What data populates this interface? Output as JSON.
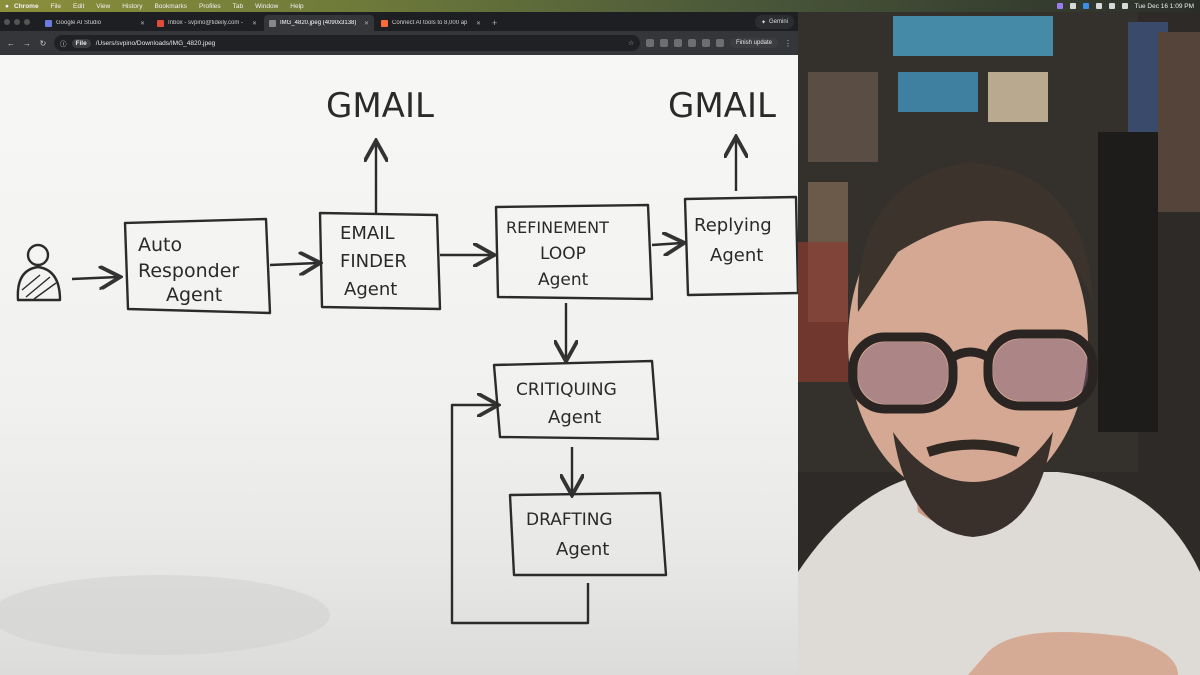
{
  "menubar": {
    "items": [
      "Chrome",
      "File",
      "Edit",
      "View",
      "History",
      "Bookmarks",
      "Profiles",
      "Tab",
      "Window",
      "Help"
    ],
    "clock": "Tue Dec 16  1:09 PM"
  },
  "tabs": [
    {
      "title": "Google AI Studio",
      "active": false
    },
    {
      "title": "Inbox - svpino@tideily.com -",
      "active": false
    },
    {
      "title": "IMG_4820.jpeg (4090x3138)",
      "active": true
    },
    {
      "title": "Connect AI tools to 8,000 ap",
      "active": false
    }
  ],
  "gemini_label": "Gemini",
  "address": {
    "chip": "File",
    "url": "/Users/svpino/Downloads/IMG_4820.jpeg"
  },
  "finish_update": "Finish update",
  "diagram": {
    "gmail_left": "GMAIL",
    "gmail_right": "GMAIL",
    "auto_responder": [
      "Auto",
      "Responder",
      "Agent"
    ],
    "email_finder": [
      "EMAIL",
      "FINDER",
      "Agent"
    ],
    "refinement_loop": [
      "REFINEMENT",
      "LOOP",
      "Agent"
    ],
    "replying": [
      "Replying",
      "Agent"
    ],
    "critiquing": [
      "CRITIQUING",
      "Agent"
    ],
    "drafting": [
      "DRAFTING",
      "Agent"
    ]
  }
}
